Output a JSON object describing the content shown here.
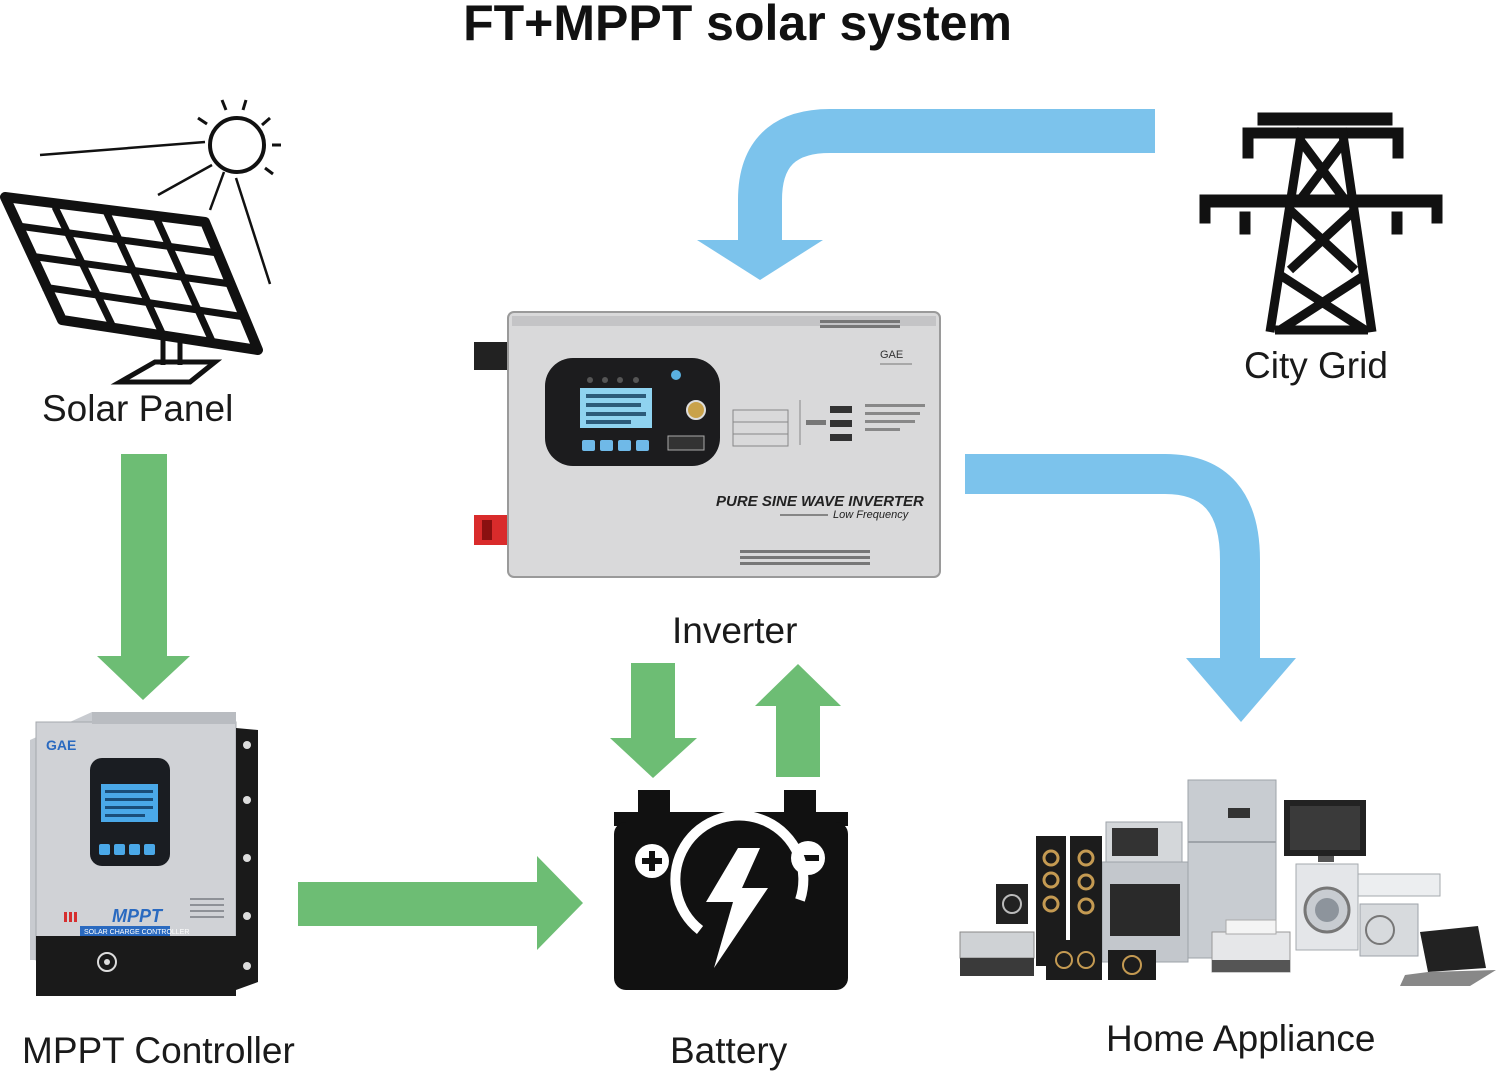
{
  "title": "FT+MPPT solar system",
  "nodes": {
    "solar_panel": "Solar Panel",
    "city_grid": "City Grid",
    "inverter": "Inverter",
    "mppt_controller": "MPPT Controller",
    "battery": "Battery",
    "home_appliance": "Home Appliance"
  },
  "inverter_device": {
    "brand": "GAE",
    "product_line": "PURE SINE WAVE INVERTER",
    "subtitle": "Low Frequency"
  },
  "mppt_device": {
    "brand": "GAE",
    "logo": "MPPT",
    "caption": "SOLAR CHARGE CONTROLLER"
  },
  "flows": [
    {
      "from": "solar_panel",
      "to": "mppt_controller",
      "color": "#6dbd74"
    },
    {
      "from": "mppt_controller",
      "to": "battery",
      "color": "#6dbd74"
    },
    {
      "from": "inverter",
      "to": "battery",
      "color": "#6dbd74"
    },
    {
      "from": "battery",
      "to": "inverter",
      "color": "#6dbd74"
    },
    {
      "from": "city_grid",
      "to": "inverter",
      "color": "#7cc3ec"
    },
    {
      "from": "inverter",
      "to": "home_appliance",
      "color": "#7cc3ec"
    }
  ],
  "colors": {
    "green_flow": "#6dbd74",
    "blue_flow": "#7cc3ec"
  }
}
